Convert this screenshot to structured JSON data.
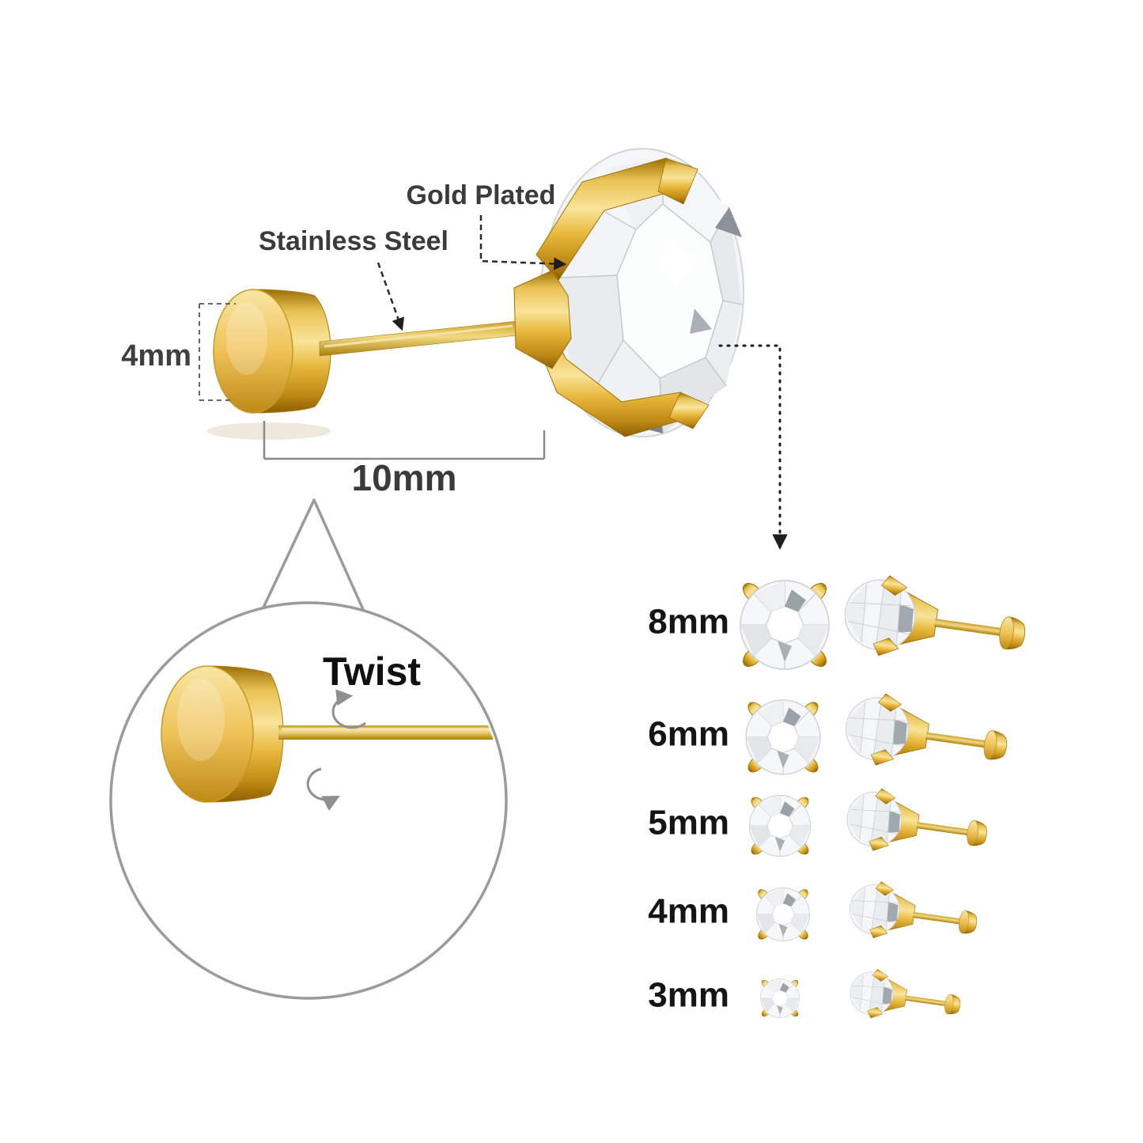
{
  "product": {
    "description": "Gold plated stainless steel cubic zirconia stud earring size diagram"
  },
  "annotations": {
    "gold_plated": "Gold Plated",
    "stainless_steel": "Stainless Steel",
    "back_diameter": "4mm",
    "post_length": "10mm",
    "twist": "Twist"
  },
  "size_chart": {
    "rows": [
      {
        "label": "8mm"
      },
      {
        "label": "6mm"
      },
      {
        "label": "5mm"
      },
      {
        "label": "4mm"
      },
      {
        "label": "3mm"
      }
    ]
  },
  "colors": {
    "gold": "#E8B93E",
    "gold_light": "#F9E49A",
    "gold_dark": "#8A5F04",
    "gem_white": "#F6F7F8",
    "gem_shadow": "#6D747A",
    "text_dark": "#151515",
    "text_gray": "#3B3B3B",
    "outline_gray": "#9B9B9B"
  }
}
